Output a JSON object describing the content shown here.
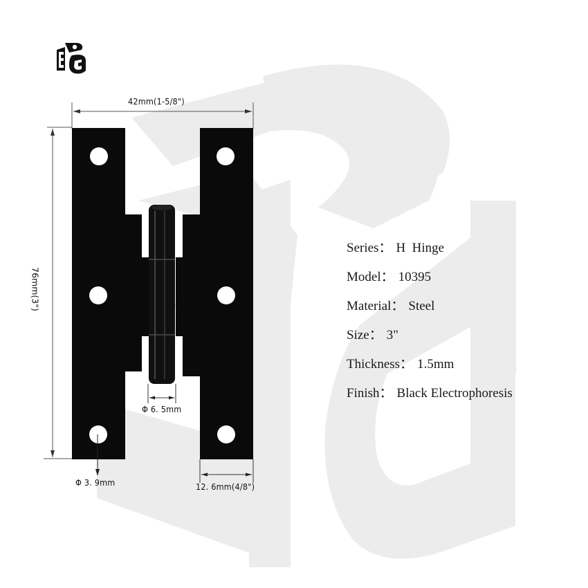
{
  "logo": {
    "icon": "beg-cube-logo-icon",
    "letters": [
      "B",
      "E",
      "G"
    ]
  },
  "watermark": {
    "icon": "beg-watermark-icon",
    "color": "#ebebeb"
  },
  "product": {
    "color": "#0a0a0a",
    "hole_color": "#ffffff"
  },
  "dimensions": {
    "overall_width": "42mm(1-5/8\")",
    "overall_height": "76mm(3\")",
    "knuckle_diameter": "Φ 6. 5mm",
    "hole_diameter": "Φ 3. 9mm",
    "leaf_width": "12. 6mm(4/8\")"
  },
  "specs": [
    {
      "label": "Series",
      "sep": "：",
      "value": "H  Hinge"
    },
    {
      "label": "Model",
      "sep": "：",
      "value": "10395"
    },
    {
      "label": "Material",
      "sep": "：",
      "value": "Steel"
    },
    {
      "label": "Size",
      "sep": "：",
      "value": "3\""
    },
    {
      "label": "Thickness",
      "sep": "：",
      "value": "1.5mm"
    },
    {
      "label": "Finish",
      "sep": "：",
      "value": "Black Electrophoresis"
    }
  ]
}
